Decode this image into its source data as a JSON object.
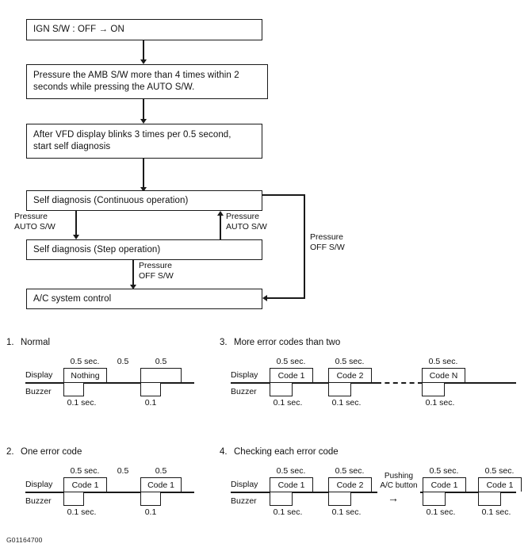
{
  "figure": {
    "reference_code": "G01164700"
  },
  "flowchart": {
    "nodes": [
      {
        "id": "ign",
        "label": "IGN S/W : OFF → ON"
      },
      {
        "id": "press_amb",
        "label": "Pressure the AMB S/W more than 4 times within 2\nseconds while pressing the AUTO S/W."
      },
      {
        "id": "vfd",
        "label": "After VFD display blinks 3 times per 0.5 second,\nstart self diagnosis"
      },
      {
        "id": "continuous",
        "label": "Self diagnosis (Continuous operation)"
      },
      {
        "id": "step",
        "label": "Self diagnosis (Step operation)"
      },
      {
        "id": "ac",
        "label": "A/C system control"
      }
    ],
    "edge_labels": [
      {
        "id": "left_auto",
        "label": "Pressure\nAUTO S/W"
      },
      {
        "id": "right_auto",
        "label": "Pressure\nAUTO S/W"
      },
      {
        "id": "step_off",
        "label": "Pressure\nOFF S/W"
      },
      {
        "id": "outer_off",
        "label": "Pressure\nOFF S/W"
      }
    ]
  },
  "timing_sections": [
    {
      "number": "1.",
      "title": "Normal",
      "row_labels": {
        "display": "Display",
        "buzzer": "Buzzer"
      },
      "display_pulses": [
        {
          "text": "Nothing",
          "top_label": "0.5 sec.",
          "bottom_label": "0.1 sec."
        },
        {
          "text": "",
          "top_label": "0.5",
          "bottom_label": "0.1"
        }
      ],
      "gap_label": "0.5"
    },
    {
      "number": "2.",
      "title": "One error code",
      "row_labels": {
        "display": "Display",
        "buzzer": "Buzzer"
      },
      "display_pulses": [
        {
          "text": "Code 1",
          "top_label": "0.5 sec.",
          "bottom_label": "0.1 sec."
        },
        {
          "text": "Code 1",
          "top_label": "0.5",
          "bottom_label": "0.1"
        }
      ],
      "gap_label": "0.5"
    },
    {
      "number": "3.",
      "title": "More error codes than two",
      "row_labels": {
        "display": "Display",
        "buzzer": "Buzzer"
      },
      "display_pulses": [
        {
          "text": "Code 1",
          "top_label": "0.5 sec.",
          "bottom_label": "0.1 sec."
        },
        {
          "text": "Code 2",
          "top_label": "0.5 sec.",
          "bottom_label": "0.1 sec."
        },
        {
          "text": "Code N",
          "top_label": "0.5 sec.",
          "bottom_label": "0.1 sec."
        }
      ],
      "continuation": "dashed"
    },
    {
      "number": "4.",
      "title": "Checking each error code",
      "row_labels": {
        "display": "Display",
        "buzzer": "Buzzer"
      },
      "display_pulses": [
        {
          "text": "Code 1",
          "top_label": "0.5 sec.",
          "bottom_label": "0.1 sec."
        },
        {
          "text": "Code 2",
          "top_label": "0.5 sec.",
          "bottom_label": "0.1 sec."
        },
        {
          "text": "Code 1",
          "top_label": "0.5 sec.",
          "bottom_label": "0.1 sec."
        },
        {
          "text": "Code 1",
          "top_label": "0.5 sec.",
          "bottom_label": "0.1 sec."
        }
      ],
      "transition_note": "Pushing\nA/C button",
      "transition_arrow": "→"
    }
  ]
}
